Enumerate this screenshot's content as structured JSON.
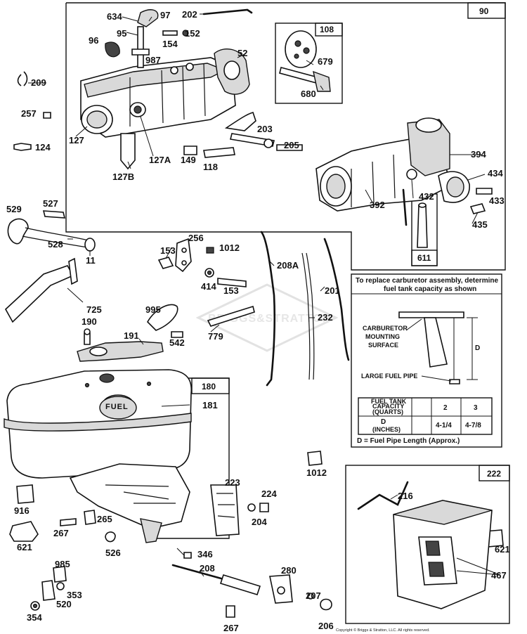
{
  "part_labels": {
    "p634": "634",
    "p97": "97",
    "p202": "202",
    "p90": "90",
    "p95": "95",
    "p152": "152",
    "p154": "154",
    "p96": "96",
    "p987": "987",
    "p52": "52",
    "p108": "108",
    "p679": "679",
    "p680": "680",
    "p209": "209",
    "p257": "257",
    "p127": "127",
    "p127a": "127A",
    "p127b": "127B",
    "p124": "124",
    "p149": "149",
    "p118": "118",
    "p203": "203",
    "p205": "205",
    "p394": "394",
    "p434": "434",
    "p392": "392",
    "p432": "432",
    "p433": "433",
    "p435": "435",
    "p611": "611",
    "p529": "529",
    "p527": "527",
    "p528": "528",
    "p11": "11",
    "p153a": "153",
    "p256": "256",
    "p1012a": "1012",
    "p414": "414",
    "p153b": "153",
    "p208a": "208A",
    "p201": "201",
    "p725": "725",
    "p995": "995",
    "p232": "232",
    "p190": "190",
    "p191": "191",
    "p542": "542",
    "p779": "779",
    "p180": "180",
    "p181": "181",
    "p1012b": "1012",
    "p222": "222",
    "p216": "216",
    "p223": "223",
    "p224": "224",
    "p204": "204",
    "p916": "916",
    "p265": "265",
    "p267a": "267",
    "p621a": "621",
    "p526": "526",
    "p621b": "621",
    "p346": "346",
    "p467": "467",
    "p208": "208",
    "p985": "985",
    "p280": "280",
    "p353": "353",
    "p520": "520",
    "p354": "354",
    "p207": "207",
    "p267b": "267",
    "p206": "206"
  },
  "fuel_cap_text": "FUEL",
  "note": {
    "title_line1": "To replace carburetor assembly, determine",
    "title_line2": "fuel tank capacity as shown",
    "mount_line1": "CARBURETOR",
    "mount_line2": "MOUNTING",
    "mount_line3": "SURFACE",
    "pipe_label": "LARGE FUEL PIPE",
    "dim_label": "D",
    "table": {
      "row1_label_1": "FUEL TANK",
      "row1_label_2": "CAPACITY",
      "row1_label_3": "(QUARTS)",
      "row1_val1": "2",
      "row1_val2": "3",
      "row2_label_1": "D",
      "row2_label_2": "(INCHES)",
      "row2_val1": "4-1/4",
      "row2_val2": "4-7/8"
    },
    "footnote": "D = Fuel Pipe Length (Approx.)"
  },
  "watermark": "BRIGGS&STRATTON",
  "copyright": "Copyright © Briggs & Stratton, LLC. All rights reserved."
}
